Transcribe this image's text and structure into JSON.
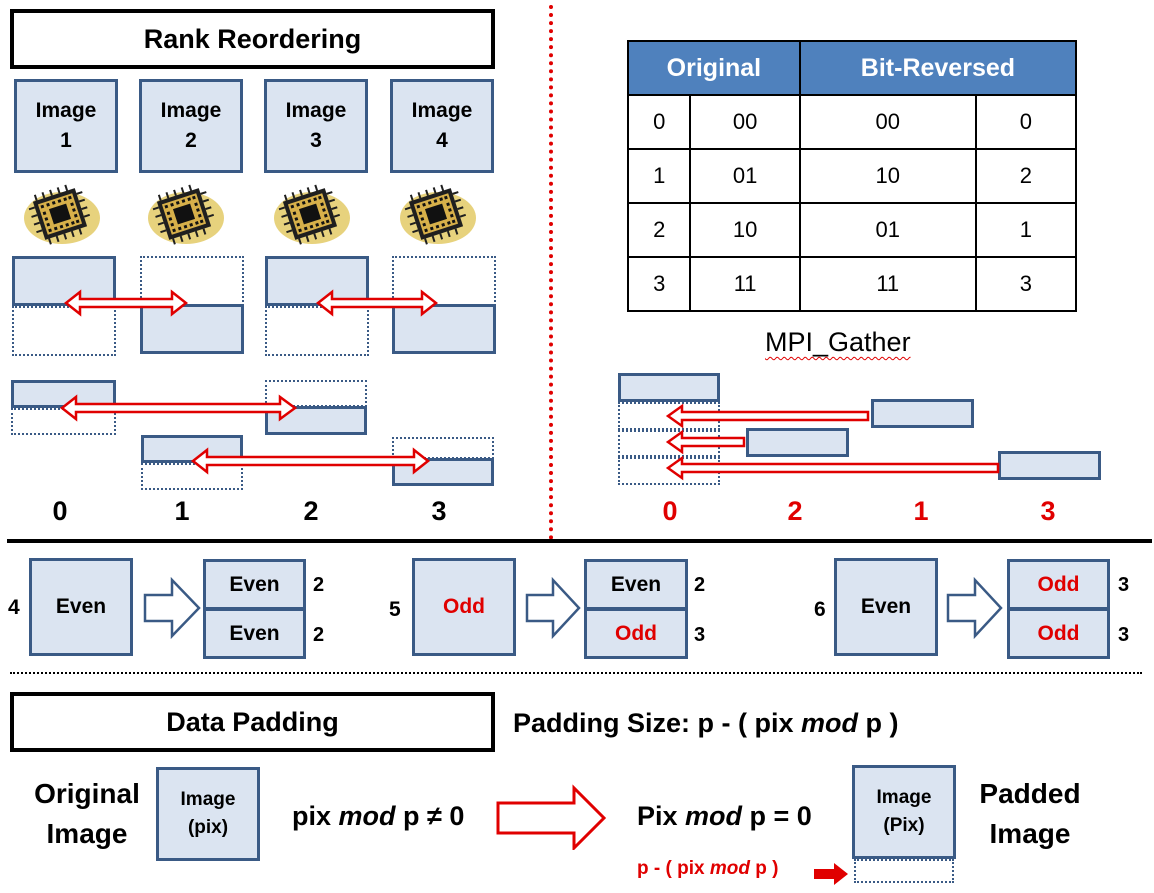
{
  "rank_reordering": {
    "title": "Rank Reordering",
    "images": [
      {
        "line1": "Image",
        "line2": "1"
      },
      {
        "line1": "Image",
        "line2": "2"
      },
      {
        "line1": "Image",
        "line2": "3"
      },
      {
        "line1": "Image",
        "line2": "4"
      }
    ],
    "ranks": [
      "0",
      "1",
      "2",
      "3"
    ]
  },
  "bit_reversal_table": {
    "headers": [
      "Original",
      "Bit-Reversed"
    ],
    "rows": [
      [
        "0",
        "00",
        "00",
        "0"
      ],
      [
        "1",
        "01",
        "10",
        "2"
      ],
      [
        "2",
        "10",
        "01",
        "1"
      ],
      [
        "3",
        "11",
        "11",
        "3"
      ]
    ]
  },
  "mpi_gather": {
    "title": "MPI_Gather",
    "ranks": [
      "0",
      "2",
      "1",
      "3"
    ]
  },
  "splitting_cases": [
    {
      "count": "4",
      "source": "Even",
      "top": "Even",
      "top_count": "2",
      "bottom": "Even",
      "bottom_count": "2"
    },
    {
      "count": "5",
      "source": "Odd",
      "top": "Even",
      "top_count": "2",
      "bottom": "Odd",
      "bottom_count": "3"
    },
    {
      "count": "6",
      "source": "Even",
      "top": "Odd",
      "top_count": "3",
      "bottom": "Odd",
      "bottom_count": "3"
    }
  ],
  "data_padding": {
    "title": "Data Padding",
    "formula_prefix": "Padding Size: p - ( pix ",
    "formula_mod": "mod",
    "formula_suffix": " p )",
    "original_line1": "Original",
    "original_line2": "Image",
    "orig_box_line1": "Image",
    "orig_box_line2": "(pix)",
    "cond_left_prefix": "pix ",
    "cond_left_suffix": " p ≠ 0",
    "cond_right_prefix": "Pix ",
    "cond_right_suffix": " p = 0",
    "padded_box_line1": "Image",
    "padded_box_line2": "(Pix)",
    "padded_line1": "Padded",
    "padded_line2": "Image",
    "pad_note_prefix": "p - ( pix ",
    "pad_note_suffix": " p )",
    "mod_word": "mod"
  },
  "colors": {
    "block_fill": "#dbe4f1",
    "block_border": "#3a5a85",
    "arrow_red": "#e00000",
    "table_header": "#4f81bd"
  }
}
